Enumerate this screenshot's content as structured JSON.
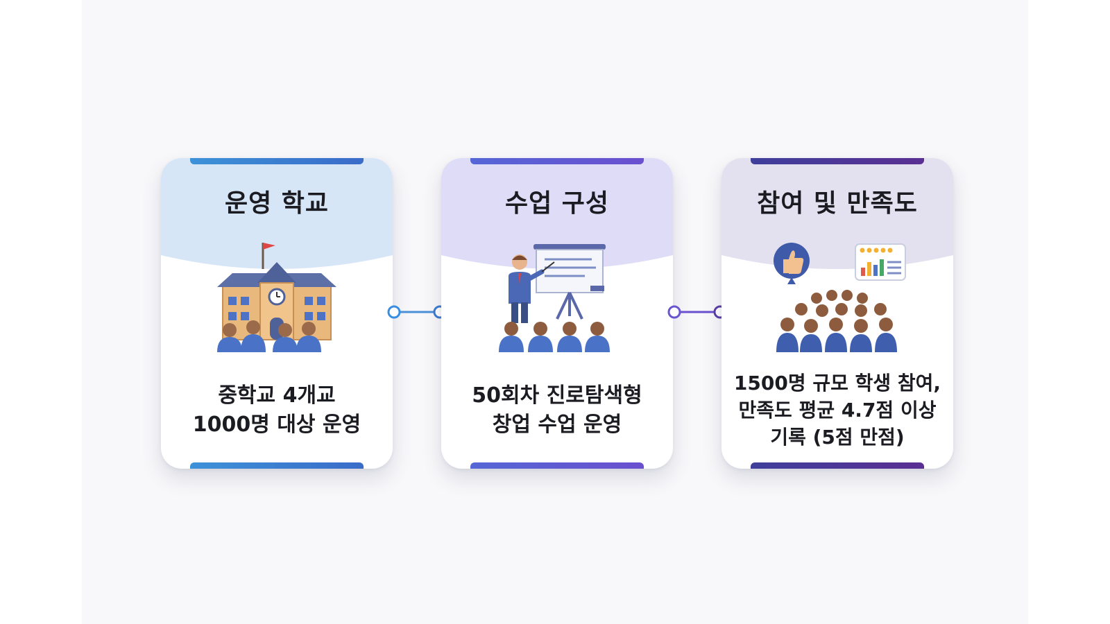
{
  "cards": [
    {
      "title": "운영 학교",
      "desc_lines": [
        "중학교 4개교",
        "1000명 대상 운영"
      ],
      "icon": "school-building-icon",
      "wave_color": "#d7e6f7",
      "bar_color": "#3b82d6"
    },
    {
      "title": "수업 구성",
      "desc_lines": [
        "50회차 진로탐색형",
        "창업 수업 운영"
      ],
      "icon": "presentation-teacher-icon",
      "wave_color": "#dedcf6",
      "bar_color": "#5d5ad2"
    },
    {
      "title": "참여 및 만족도",
      "desc_lines": [
        "1500명 규모 학생 참여,",
        "만족도 평균 4.7점 이상",
        "기록 (5점 만점)"
      ],
      "icon": "crowd-satisfaction-icon",
      "wave_color": "#e3e1ef",
      "bar_color": "#4b3596"
    }
  ],
  "connector_colors": [
    "#4a8fd8",
    "#6a4fcf"
  ]
}
